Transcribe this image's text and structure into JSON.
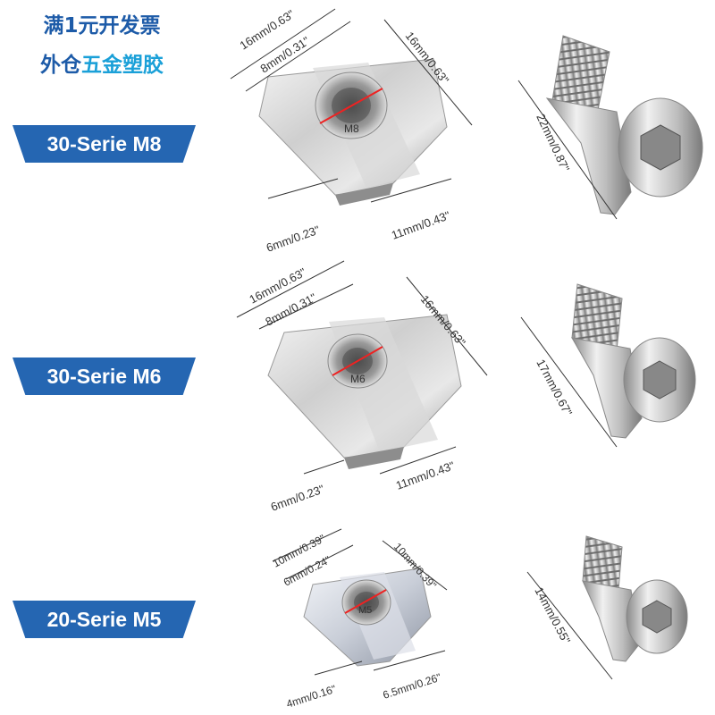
{
  "header": {
    "line1": "满1元开发票",
    "line2_a": "外仓",
    "line2_b": "五金塑胶"
  },
  "sections": [
    {
      "label": "30-Serie M8",
      "nut_width": "16mm/0.63\"",
      "slot_width": "8mm/0.31\"",
      "nut_length": "16mm/0.63\"",
      "thread": "M8",
      "height": "6mm/0.23\"",
      "base": "11mm/0.43\"",
      "screw_length": "22mm/0.87\""
    },
    {
      "label": "30-Serie M6",
      "nut_width": "16mm/0.63\"",
      "slot_width": "8mm/0.31\"",
      "nut_length": "16mm/0.63\"",
      "thread": "M6",
      "height": "6mm/0.23\"",
      "base": "11mm/0.43\"",
      "screw_length": "17mm/0.67\""
    },
    {
      "label": "20-Serie M5",
      "nut_width": "10mm/0.39\"",
      "slot_width": "6mm/0.24\"",
      "nut_length": "10mm/0.39\"",
      "thread": "M5",
      "height": "4mm/0.16\"",
      "base": "6.5mm/0.26\"",
      "screw_length": "14mm/0.55\""
    }
  ]
}
